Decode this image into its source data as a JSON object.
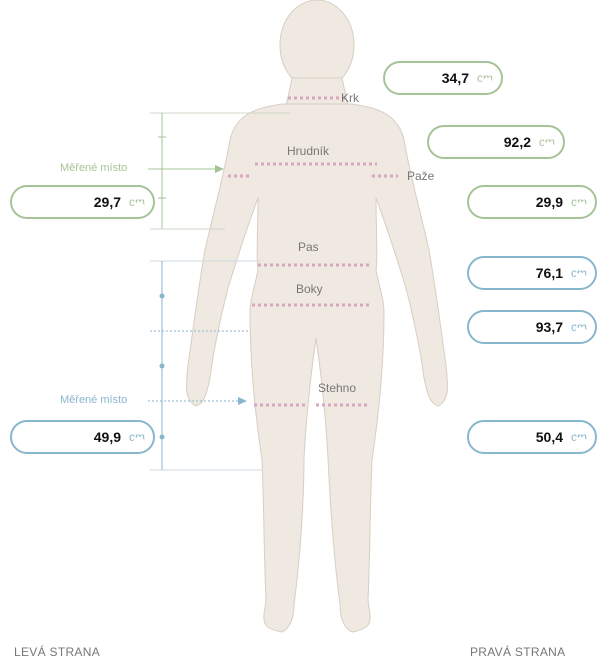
{
  "labels": {
    "krk": "Krk",
    "hrudnik": "Hrudník",
    "paze": "Paže",
    "pas": "Pas",
    "boky": "Boky",
    "stehno": "Stehno"
  },
  "measured_place_upper": "Měřené místo",
  "measured_place_lower": "Měřené místo",
  "left_side": "LEVÁ STRANA",
  "right_side": "PRAVÁ STRANA",
  "unit": "cm",
  "values": {
    "krk": "34,7",
    "hrudnik": "92,2",
    "paze_left": "29,7",
    "paze_right": "29,9",
    "pas": "76,1",
    "boky": "93,7",
    "stehno_left": "49,9",
    "stehno_right": "50,4"
  },
  "colors": {
    "green": "#a6c397",
    "blue": "#88b6cc",
    "body": "#efe9e1",
    "tape": "#d9a6c0"
  }
}
